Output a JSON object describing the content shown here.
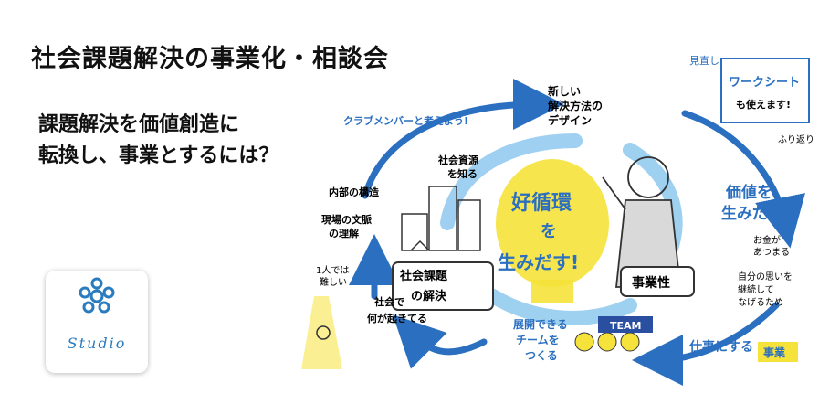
{
  "header": {
    "title": "社会課題解決の事業化・相談会",
    "subtitle_line1": "課題解決を価値創造に",
    "subtitle_line2": "転換し、事業とするには？"
  },
  "logo": {
    "text": "Studio",
    "icon": "flower-icon"
  },
  "illustration": {
    "center_label": "好循環を生みだす!",
    "nodes": {
      "social_issue": "社会課題の解決",
      "business": "事業性",
      "create_value": "価値を生みだす",
      "design": "新しい解決方法のデザイン",
      "team": "展開できるチームをつくる",
      "society": "社会で何が起きてる…?",
      "know_resources": "社会資源を知る",
      "think_together": "クラブメンバーと考えよう!",
      "internal_structure": "内部の構造",
      "context": "現場の文脈の理解",
      "alone_hard": "1人では難しい",
      "worksheet": "ワークシートも使えます!",
      "review": "見直し",
      "reflect": "ふり返り",
      "money": "お金があつまる",
      "continue": "自分の思いを継続してなげるため",
      "make_job": "仕事にする",
      "team_banner": "TEAM",
      "job_sign": "事業"
    },
    "colors": {
      "accent_blue": "#2b6fc0",
      "light_blue": "#8ec8ee",
      "yellow": "#f5e23a"
    }
  }
}
